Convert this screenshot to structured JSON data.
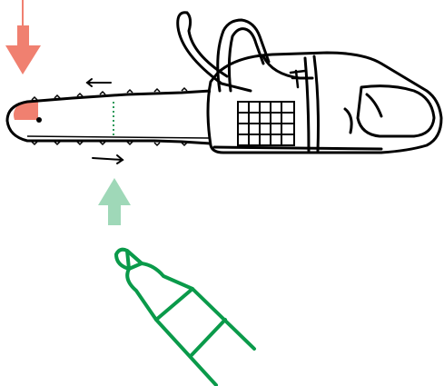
{
  "colors": {
    "background": "#ffffff",
    "outline": "#000000",
    "hazard_red": "#f08070",
    "guide_mint": "#9fd8b8",
    "marker_green": "#0a9a4a",
    "mark_line": "#2a9a5a"
  },
  "figure": {
    "objects": [
      "chainsaw",
      "marker-pen"
    ],
    "indicators": [
      "red-arrow-pointing-down-at-bar-tip",
      "green-arrow-pointing-up-at-bar-mark",
      "chain-direction-arrow-left",
      "chain-direction-arrow-right"
    ]
  }
}
